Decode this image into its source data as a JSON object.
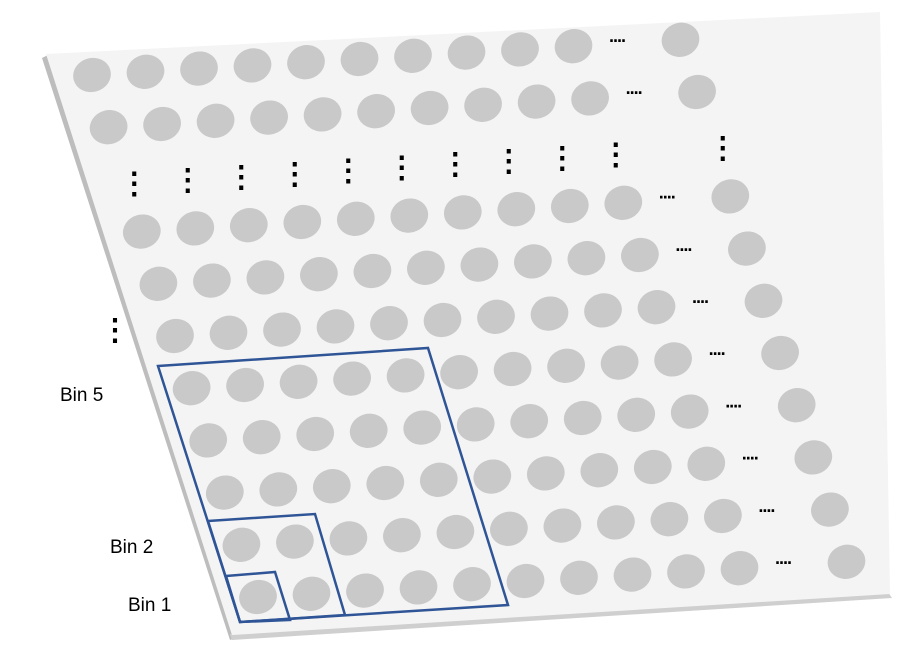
{
  "labels": {
    "bin5": "Bin 5",
    "bin2": "Bin 2",
    "bin1": "Bin 1",
    "vertical_ellipsis": "⋮",
    "horizontal_ellipsis": "····"
  },
  "grid": {
    "visible_rows": 10,
    "visible_columns": 11,
    "ellipsis_row_index": 2,
    "ellipsis_column_index": 10
  },
  "bins": [
    {
      "name": "Bin 1",
      "size": 1
    },
    {
      "name": "Bin 2",
      "size": 2
    },
    {
      "name": "Bin 5",
      "size": 5
    }
  ],
  "colors": {
    "plate": "#f4f4f4",
    "plate_edge": "#bdbdbd",
    "well": "#c9c9c9",
    "bin_outline": "#2f5597"
  }
}
